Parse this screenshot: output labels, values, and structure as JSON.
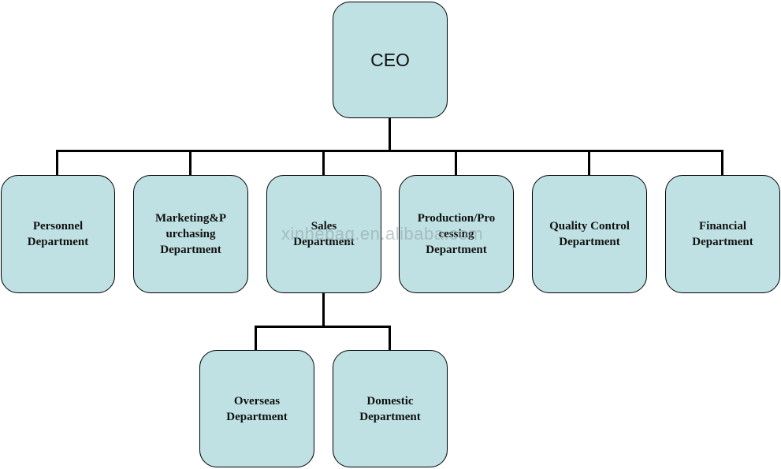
{
  "colors": {
    "box_fill": "#bfe1e3",
    "box_border": "#000000",
    "connector": "#000000"
  },
  "org_chart": {
    "root": {
      "id": "ceo",
      "label": "CEO"
    },
    "departments": [
      {
        "id": "personnel",
        "label": "Personnel\nDepartment"
      },
      {
        "id": "marketing",
        "label": "Marketing&P\nurchasing\nDepartment"
      },
      {
        "id": "sales",
        "label": "Sales\nDepartment"
      },
      {
        "id": "production",
        "label": "Production/Pro\ncessing\nDepartment"
      },
      {
        "id": "quality",
        "label": "Quality Control\nDepartment"
      },
      {
        "id": "financial",
        "label": "Financial\nDepartment"
      }
    ],
    "sub_departments": {
      "parent": "sales",
      "items": [
        {
          "id": "overseas",
          "label": "Overseas\nDepartment"
        },
        {
          "id": "domestic",
          "label": "Domestic\nDepartment"
        }
      ]
    }
  },
  "watermark": "xinhebag.en.alibaba.com"
}
